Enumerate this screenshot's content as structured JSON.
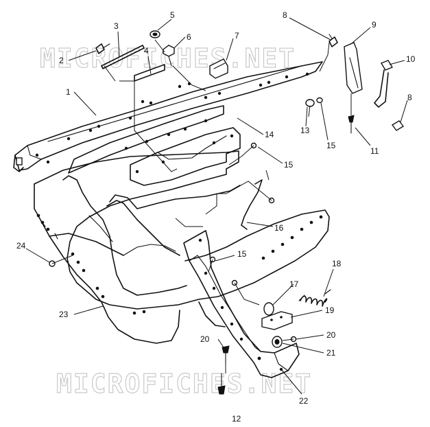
{
  "watermarks": [
    {
      "text": "MICROFICHES.NET"
    },
    {
      "text": "MICROFICHES.NET"
    }
  ],
  "callouts": [
    {
      "text": "1"
    },
    {
      "text": "2"
    },
    {
      "text": "3"
    },
    {
      "text": "4"
    },
    {
      "text": "5"
    },
    {
      "text": "6"
    },
    {
      "text": "7"
    },
    {
      "text": "8"
    },
    {
      "text": "8"
    },
    {
      "text": "9"
    },
    {
      "text": "10"
    },
    {
      "text": "11"
    },
    {
      "text": "12"
    },
    {
      "text": "13"
    },
    {
      "text": "14"
    },
    {
      "text": "15"
    },
    {
      "text": "15"
    },
    {
      "text": "15"
    },
    {
      "text": "16"
    },
    {
      "text": "17"
    },
    {
      "text": "18"
    },
    {
      "text": "19"
    },
    {
      "text": "20"
    },
    {
      "text": "20"
    },
    {
      "text": "21"
    },
    {
      "text": "22"
    },
    {
      "text": "23"
    },
    {
      "text": "24"
    }
  ]
}
